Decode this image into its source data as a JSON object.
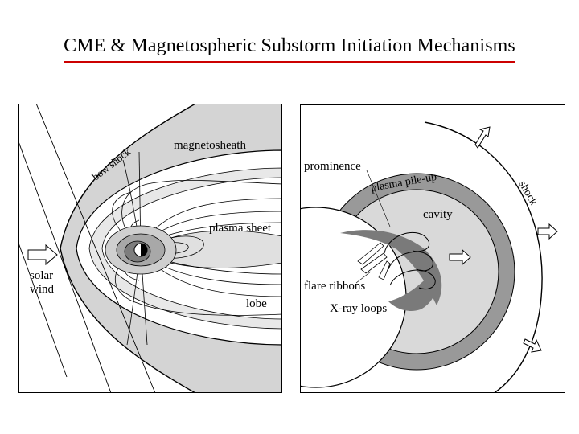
{
  "title": "CME & Magnetospheric Substorm Initiation Mechanisms",
  "magnetosphere": {
    "labels": {
      "bow_shock": "bow shock",
      "magnetosheath": "magnetosheath",
      "plasma_sheet": "plasma sheet",
      "solar": "solar",
      "wind": "wind",
      "lobe": "lobe"
    }
  },
  "cme": {
    "labels": {
      "prominence": "prominence",
      "plasma_pile_up": "plasma pile-up",
      "cavity": "cavity",
      "shock": "shock",
      "flare_ribbons": "flare ribbons",
      "x_ray_loops": "X-ray loops"
    }
  },
  "colors": {
    "title_rule": "#cc0000",
    "sheath_gray": "#d4d4d4",
    "pileup_gray": "#999999",
    "cavity_gray": "#d9d9d9",
    "prominence_gray": "#7a7a7a"
  }
}
